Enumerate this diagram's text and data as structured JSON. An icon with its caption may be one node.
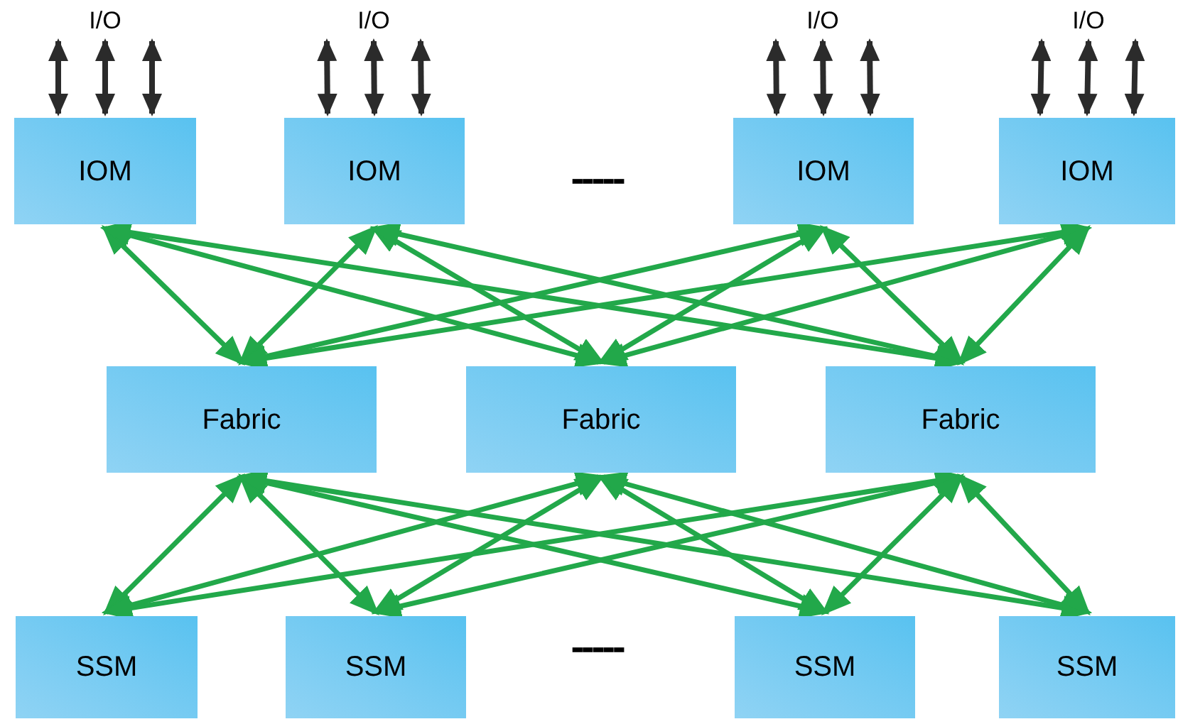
{
  "diagram": {
    "nodes": [
      {
        "text": [
          "I/O"
        ]
      },
      {
        "text": [
          "I/O"
        ]
      },
      {
        "text": [
          "I/O"
        ]
      },
      {
        "text": [
          "I/O"
        ]
      },
      {
        "text": [
          "IOM"
        ]
      },
      {
        "text": [
          "IOM"
        ]
      },
      {
        "text": [
          "IOM"
        ]
      },
      {
        "text": [
          "IOM"
        ]
      },
      {
        "text": [
          "Fabric"
        ]
      },
      {
        "text": [
          "Fabric"
        ]
      },
      {
        "text": [
          "Fabric"
        ]
      },
      {
        "text": [
          "SSM"
        ]
      },
      {
        "text": [
          "SSM"
        ]
      },
      {
        "text": [
          "SSM"
        ]
      },
      {
        "text": [
          "SSM"
        ]
      }
    ],
    "edges": [
      {
        "from": 0,
        "to": 4,
        "arrow": "both",
        "color": "#2b2b2b"
      },
      {
        "from": 0,
        "to": 4,
        "arrow": "both",
        "color": "#2b2b2b"
      },
      {
        "from": 0,
        "to": 4,
        "arrow": "both",
        "color": "#2b2b2b"
      },
      {
        "from": 1,
        "to": 5,
        "arrow": "both",
        "color": "#2b2b2b"
      },
      {
        "from": 1,
        "to": 5,
        "arrow": "both",
        "color": "#2b2b2b"
      },
      {
        "from": 1,
        "to": 5,
        "arrow": "both",
        "color": "#2b2b2b"
      },
      {
        "from": 2,
        "to": 6,
        "arrow": "both",
        "color": "#2b2b2b"
      },
      {
        "from": 2,
        "to": 6,
        "arrow": "both",
        "color": "#2b2b2b"
      },
      {
        "from": 2,
        "to": 6,
        "arrow": "both",
        "color": "#2b2b2b"
      },
      {
        "from": 3,
        "to": 7,
        "arrow": "both",
        "color": "#2b2b2b"
      },
      {
        "from": 3,
        "to": 7,
        "arrow": "both",
        "color": "#2b2b2b"
      },
      {
        "from": 3,
        "to": 7,
        "arrow": "both",
        "color": "#2b2b2b"
      },
      {
        "from": 4,
        "to": 8,
        "arrow": "both"
      },
      {
        "from": 4,
        "to": 9,
        "arrow": "both"
      },
      {
        "from": 4,
        "to": 10,
        "arrow": "both"
      },
      {
        "from": 5,
        "to": 8,
        "arrow": "both"
      },
      {
        "from": 5,
        "to": 9,
        "arrow": "both"
      },
      {
        "from": 5,
        "to": 10,
        "arrow": "both"
      },
      {
        "from": 6,
        "to": 8,
        "arrow": "both"
      },
      {
        "from": 6,
        "to": 9,
        "arrow": "both"
      },
      {
        "from": 6,
        "to": 10,
        "arrow": "both"
      },
      {
        "from": 7,
        "to": 8,
        "arrow": "both"
      },
      {
        "from": 7,
        "to": 9,
        "arrow": "both"
      },
      {
        "from": 7,
        "to": 10,
        "arrow": "both"
      },
      {
        "from": 8,
        "to": 11,
        "arrow": "both"
      },
      {
        "from": 8,
        "to": 12,
        "arrow": "both"
      },
      {
        "from": 8,
        "to": 13,
        "arrow": "both"
      },
      {
        "from": 8,
        "to": 14,
        "arrow": "both"
      },
      {
        "from": 9,
        "to": 11,
        "arrow": "both"
      },
      {
        "from": 9,
        "to": 12,
        "arrow": "both"
      },
      {
        "from": 9,
        "to": 13,
        "arrow": "both"
      },
      {
        "from": 9,
        "to": 14,
        "arrow": "both"
      },
      {
        "from": 10,
        "to": 11,
        "arrow": "both"
      },
      {
        "from": 10,
        "to": 12,
        "arrow": "both"
      },
      {
        "from": 10,
        "to": 13,
        "arrow": "both"
      },
      {
        "from": 10,
        "to": 14,
        "arrow": "both"
      }
    ],
    "labels": [
      "-----",
      "-----"
    ]
  }
}
